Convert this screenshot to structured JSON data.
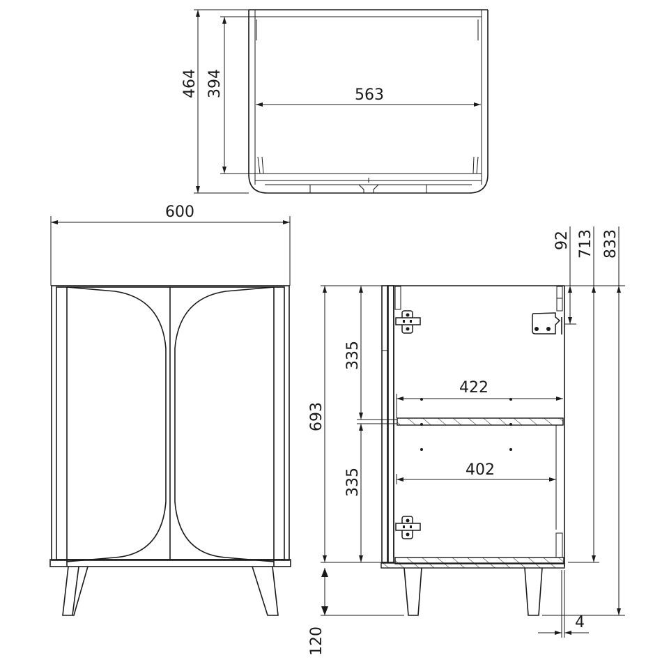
{
  "colors": {
    "line": "#1a1a1a",
    "background": "#ffffff"
  },
  "views": {
    "top": {
      "dimensions": {
        "depth_outer": "464",
        "depth_inner": "394",
        "inner_width": "563"
      }
    },
    "front": {
      "dimensions": {
        "width": "600"
      }
    },
    "side": {
      "dimensions": {
        "body_height": "693",
        "upper_compartment": "335",
        "lower_compartment": "335",
        "leg_height": "120",
        "shelf_depth": "422",
        "bottom_depth": "402",
        "top_offset": "92",
        "height_to_bottom": "713",
        "total_height": "833",
        "back_offset": "4"
      }
    }
  }
}
